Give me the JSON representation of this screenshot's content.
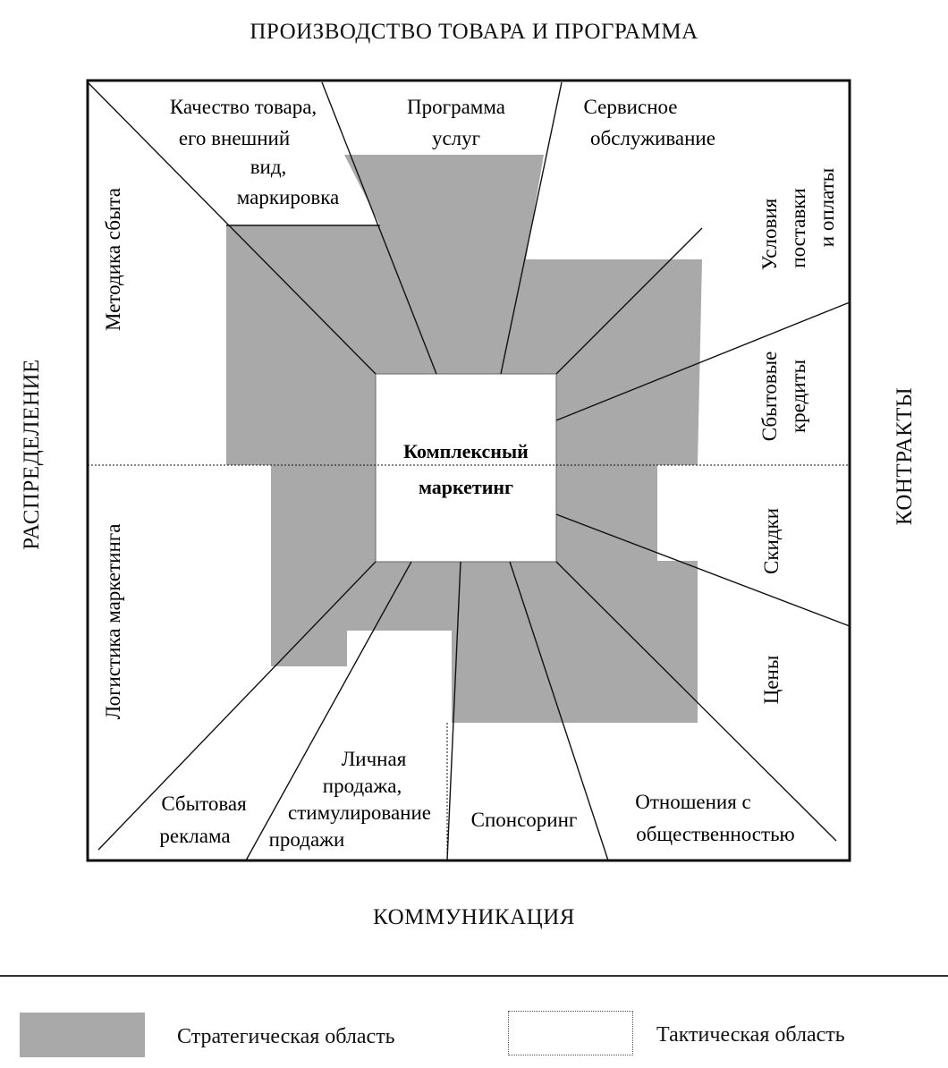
{
  "sides": {
    "top": "ПРОИЗВОДСТВО ТОВАРА И ПРОГРАММА",
    "bottom": "КОММУНИКАЦИЯ",
    "left": "РАСПРЕДЕЛЕНИЕ",
    "right": "КОНТРАКТЫ"
  },
  "center": {
    "line1": "Комплексный",
    "line2": "маркетинг"
  },
  "segments": {
    "quality": [
      "Качество товара,",
      "его внешний",
      "вид,",
      "маркировка"
    ],
    "services": [
      "Программа",
      "услуг"
    ],
    "service_support": [
      "Сервисное",
      "обслуживание"
    ],
    "sales_method": "Методика сбыта",
    "delivery_terms": [
      "Условия",
      "поставки",
      "и оплаты"
    ],
    "sales_credits": [
      "Сбытовые",
      "кредиты"
    ],
    "discounts": "Скидки",
    "prices": "Цены",
    "logistics": "Логистика маркетинга",
    "advertising": [
      "Сбытовая",
      "реклама"
    ],
    "personal_selling": [
      "Личная",
      "продажа,",
      "стимулирование",
      "продажи"
    ],
    "sponsoring": "Спонсоринг",
    "public_relations": [
      "Отношения с",
      "общественностью"
    ]
  },
  "legend": {
    "strategic": "Стратегическая область",
    "tactical": "Тактическая область"
  },
  "colors": {
    "strategic": "#a9a9a9",
    "tactical": "#ffffff",
    "lines": "#111111"
  }
}
